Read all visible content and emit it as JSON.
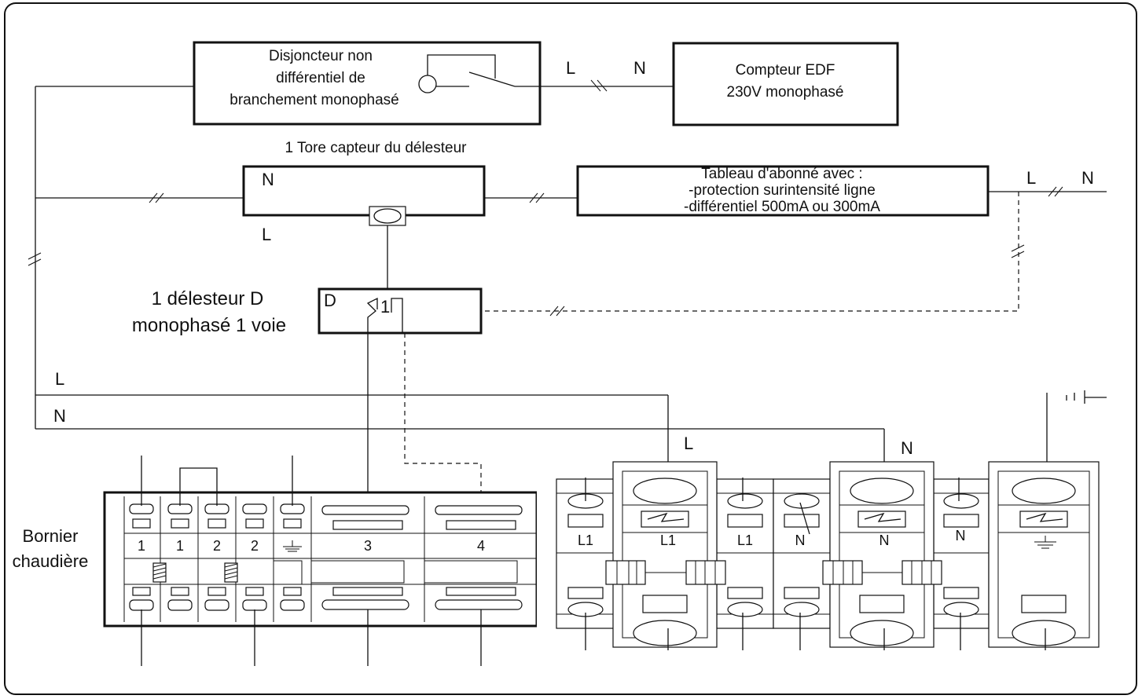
{
  "breaker": {
    "line1": "Disjoncteur non",
    "line2": "différentiel de",
    "line3": "branchement monophasé"
  },
  "meter": {
    "line1": "Compteur EDF",
    "line2": "230V  monophasé"
  },
  "meter_link": {
    "l": "L",
    "n": "N"
  },
  "tore_caption": "1 Tore capteur du délesteur",
  "tore_box": {
    "n": "N",
    "l": "L"
  },
  "panel": {
    "line1": "Tableau d'abonné avec :",
    "line2": "-protection surintensité ligne",
    "line3": "-différentiel 500mA ou 300mA"
  },
  "supply": {
    "l": "L",
    "n": "N"
  },
  "delesteur_label": {
    "line1": "1 délesteur D",
    "line2": "monophasé 1 voie"
  },
  "delesteur_box": {
    "d": "D",
    "channel": "1"
  },
  "bus": {
    "l": "L",
    "n": "N"
  },
  "rail_labels": {
    "l": "L",
    "n": "N"
  },
  "bornier_label": {
    "line1": "Bornier",
    "line2": "chaudière"
  },
  "bornier_terminals": [
    "1",
    "1",
    "2",
    "2",
    "",
    "3",
    "4"
  ],
  "din_terminals": [
    "L1",
    "L1",
    "L1",
    "N",
    "N",
    "N",
    ""
  ],
  "symbols": {
    "ground": "ground-icon"
  }
}
